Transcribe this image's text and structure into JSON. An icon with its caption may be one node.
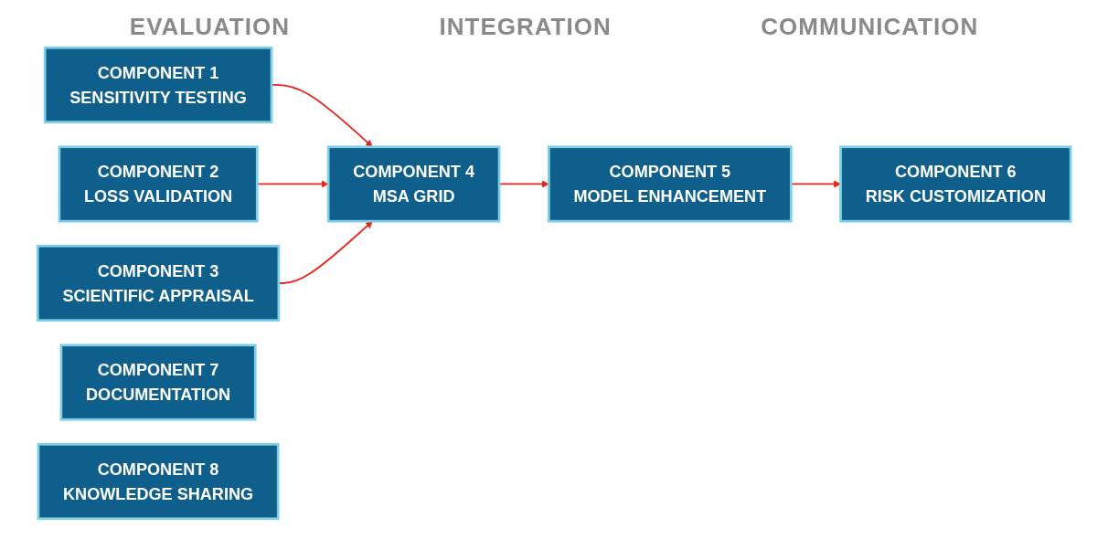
{
  "diagram": {
    "nodes": [
      {
        "text": [
          "COMPONENT 1",
          "SENSITIVITY TESTING"
        ]
      },
      {
        "text": [
          "COMPONENT 2",
          "LOSS VALIDATION"
        ]
      },
      {
        "text": [
          "COMPONENT 3",
          "SCIENTIFIC APPRAISAL"
        ]
      },
      {
        "text": [
          "COMPONENT 4",
          "MSA GRID"
        ]
      },
      {
        "text": [
          "COMPONENT 5",
          "MODEL ENHANCEMENT"
        ]
      },
      {
        "text": [
          "COMPONENT 6",
          "RISK CUSTOMIZATION"
        ]
      },
      {
        "text": [
          "COMPONENT 7",
          "DOCUMENTATION"
        ]
      },
      {
        "text": [
          "COMPONENT 8",
          "KNOWLEDGE SHARING"
        ]
      }
    ],
    "edges": [
      {
        "from": 0,
        "to": 3,
        "arrow": "to"
      },
      {
        "from": 1,
        "to": 3,
        "arrow": "to"
      },
      {
        "from": 2,
        "to": 3,
        "arrow": "to"
      },
      {
        "from": 3,
        "to": 4,
        "arrow": "to"
      },
      {
        "from": 4,
        "to": 5,
        "arrow": "to"
      }
    ],
    "labels": [
      "EVALUATION",
      "INTEGRATION",
      "COMMUNICATION"
    ]
  }
}
